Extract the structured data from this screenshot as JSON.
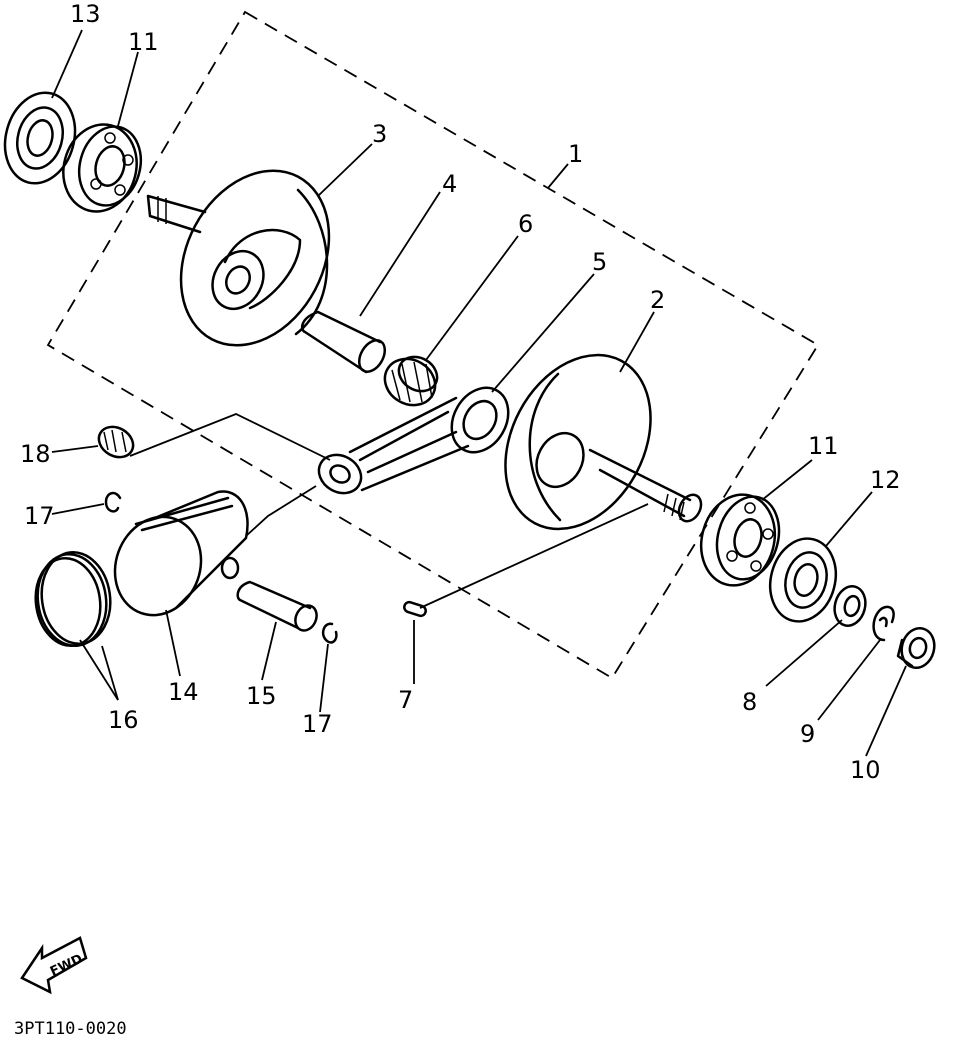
{
  "callouts": {
    "p1": "1",
    "p2": "2",
    "p3": "3",
    "p4": "4",
    "p5": "5",
    "p6": "6",
    "p7": "7",
    "p8": "8",
    "p9": "9",
    "p10": "10",
    "p11a": "11",
    "p11b": "11",
    "p12": "12",
    "p13": "13",
    "p14": "14",
    "p15": "15",
    "p16": "16",
    "p17a": "17",
    "p17b": "17",
    "p18": "18"
  },
  "fwd_label": "FWD",
  "reference_code": "3PT110-0020"
}
